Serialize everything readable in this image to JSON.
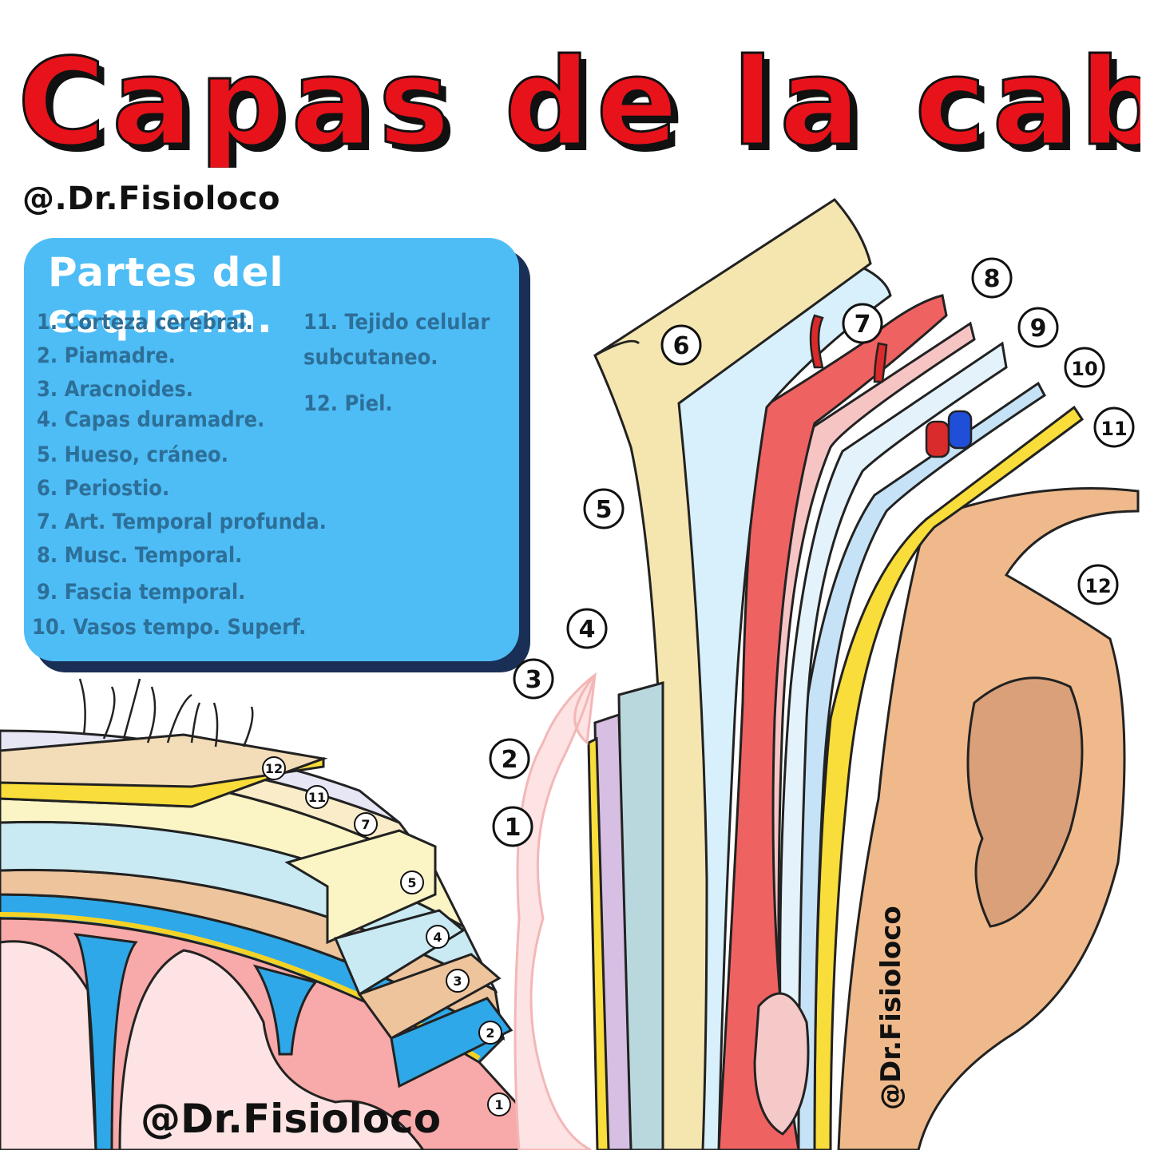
{
  "title": "Capas de la cabeza",
  "handle_top": "@.Dr.Fisioloco",
  "handle_bottom": "@Dr.Fisioloco",
  "handle_vertical": "@Dr.Fisioloco",
  "legend": {
    "heading": "Partes del esquema.",
    "items": [
      "1. Corteza cerebral.",
      "2. Piamadre.",
      "3. Aracnoides.",
      "4. Capas duramadre.",
      "5. Hueso, cráneo.",
      "6. Periostio.",
      "7. Art. Temporal profunda.",
      "8. Musc. Temporal.",
      "9. Fascia temporal.",
      "10. Vasos tempo. Superf.",
      "11. Tejido celular",
      "subcutaneo.",
      "12. Piel."
    ]
  },
  "callouts": {
    "side": [
      "1",
      "2",
      "3",
      "4",
      "5",
      "6",
      "7",
      "8",
      "9",
      "10",
      "11",
      "12"
    ],
    "top": [
      "12",
      "11",
      "7",
      "5",
      "4",
      "3",
      "2",
      "1"
    ]
  },
  "colors": {
    "title_red": "#e8121b",
    "legend_bg": "#4ebdf6",
    "legend_text": "#2d6f98",
    "skin": "#efb98b",
    "bone": "#f5e6b0",
    "muscle": "#ef6262",
    "fat": "#f9dd3a",
    "pia_blue": "#2ea8e8"
  }
}
